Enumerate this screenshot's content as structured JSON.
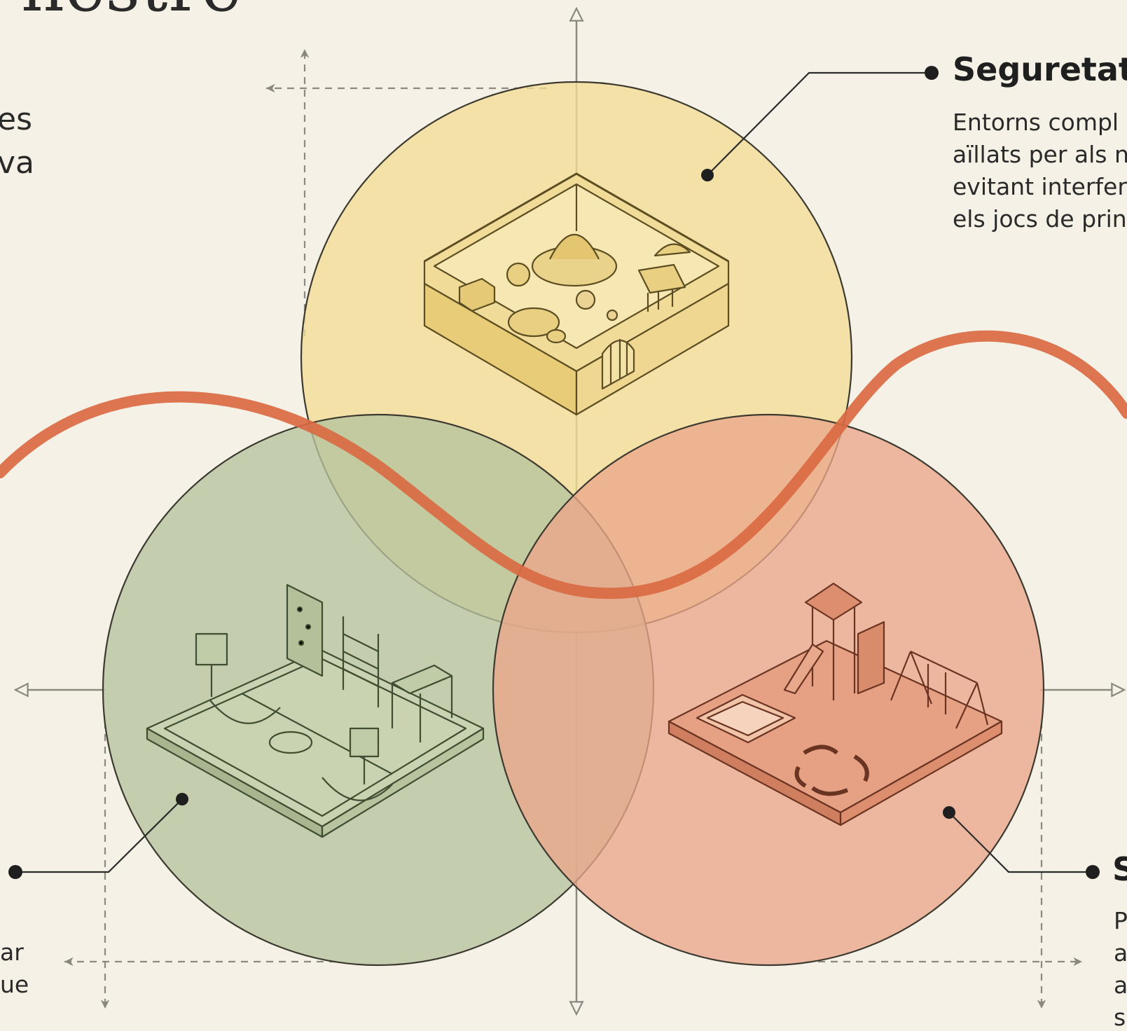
{
  "title_fragment": "nestre",
  "intro_lines": [
    "es",
    "va"
  ],
  "callouts": {
    "top_right": {
      "heading": "Seguretat",
      "lines": [
        "Entorns compl",
        "aïllats per als n",
        "evitant interfer",
        "els jocs de prin"
      ]
    },
    "bottom_right": {
      "heading": "S",
      "lines": [
        "P",
        "a",
        "a",
        "s"
      ]
    },
    "bottom_left": {
      "lines": [
        "ar",
        "ue"
      ]
    }
  },
  "colors": {
    "background": "#f5f1e6",
    "yellow_circle": "#f2dc95",
    "green_circle": "#b6c39c",
    "red_circle": "#eba78a",
    "wave": "#d96a43",
    "guide": "#888880"
  },
  "icons": [
    "enclosed-play-area-icon",
    "sports-court-icon",
    "playground-icon"
  ]
}
